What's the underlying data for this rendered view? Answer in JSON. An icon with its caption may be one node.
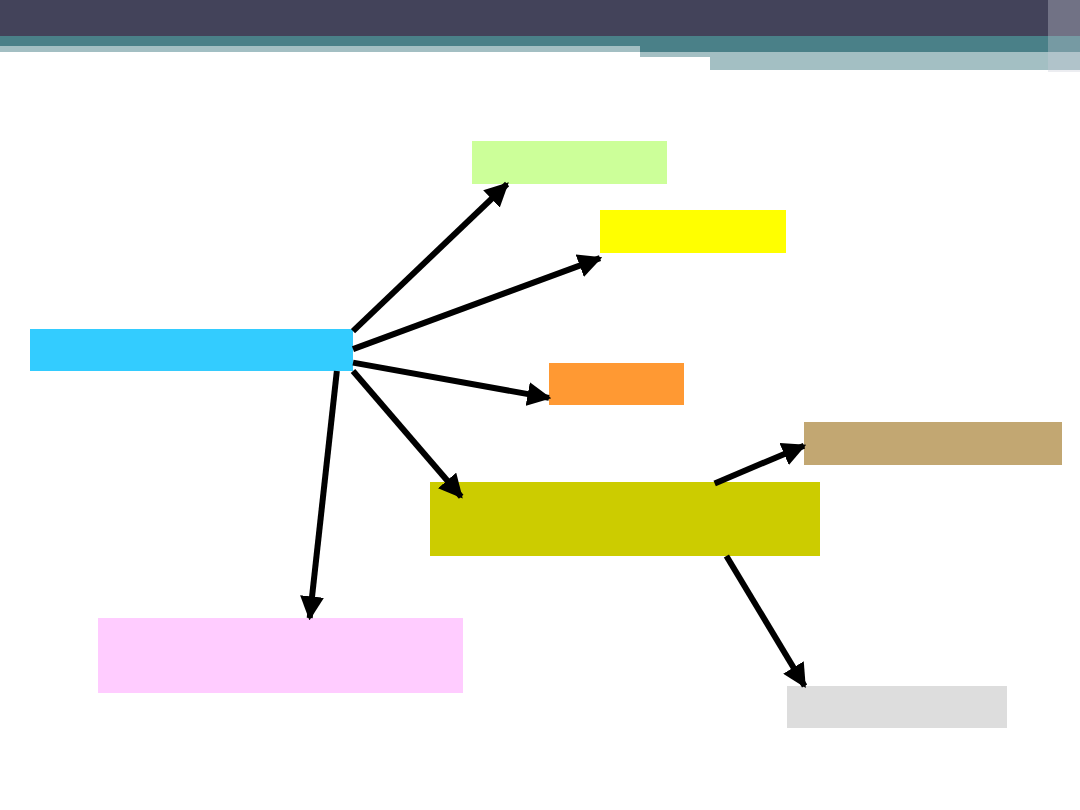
{
  "diagram": {
    "nodes": [
      {
        "text": [],
        "shape": "box"
      },
      {
        "text": [],
        "shape": "box"
      },
      {
        "text": [],
        "shape": "box"
      },
      {
        "text": [],
        "shape": "box"
      },
      {
        "text": [],
        "shape": "box"
      },
      {
        "text": [],
        "shape": "box"
      },
      {
        "text": [],
        "shape": "box"
      },
      {
        "text": [],
        "shape": "box"
      }
    ],
    "edges": [
      {
        "from": 2,
        "to": 0,
        "arrow": "to"
      },
      {
        "from": 2,
        "to": 1,
        "arrow": "to"
      },
      {
        "from": 2,
        "to": 3,
        "arrow": "to"
      },
      {
        "from": 2,
        "to": 5,
        "arrow": "to"
      },
      {
        "from": 2,
        "to": 6,
        "arrow": "to"
      },
      {
        "from": 5,
        "to": 4,
        "arrow": "to"
      },
      {
        "from": 5,
        "to": 7,
        "arrow": "to"
      }
    ]
  }
}
